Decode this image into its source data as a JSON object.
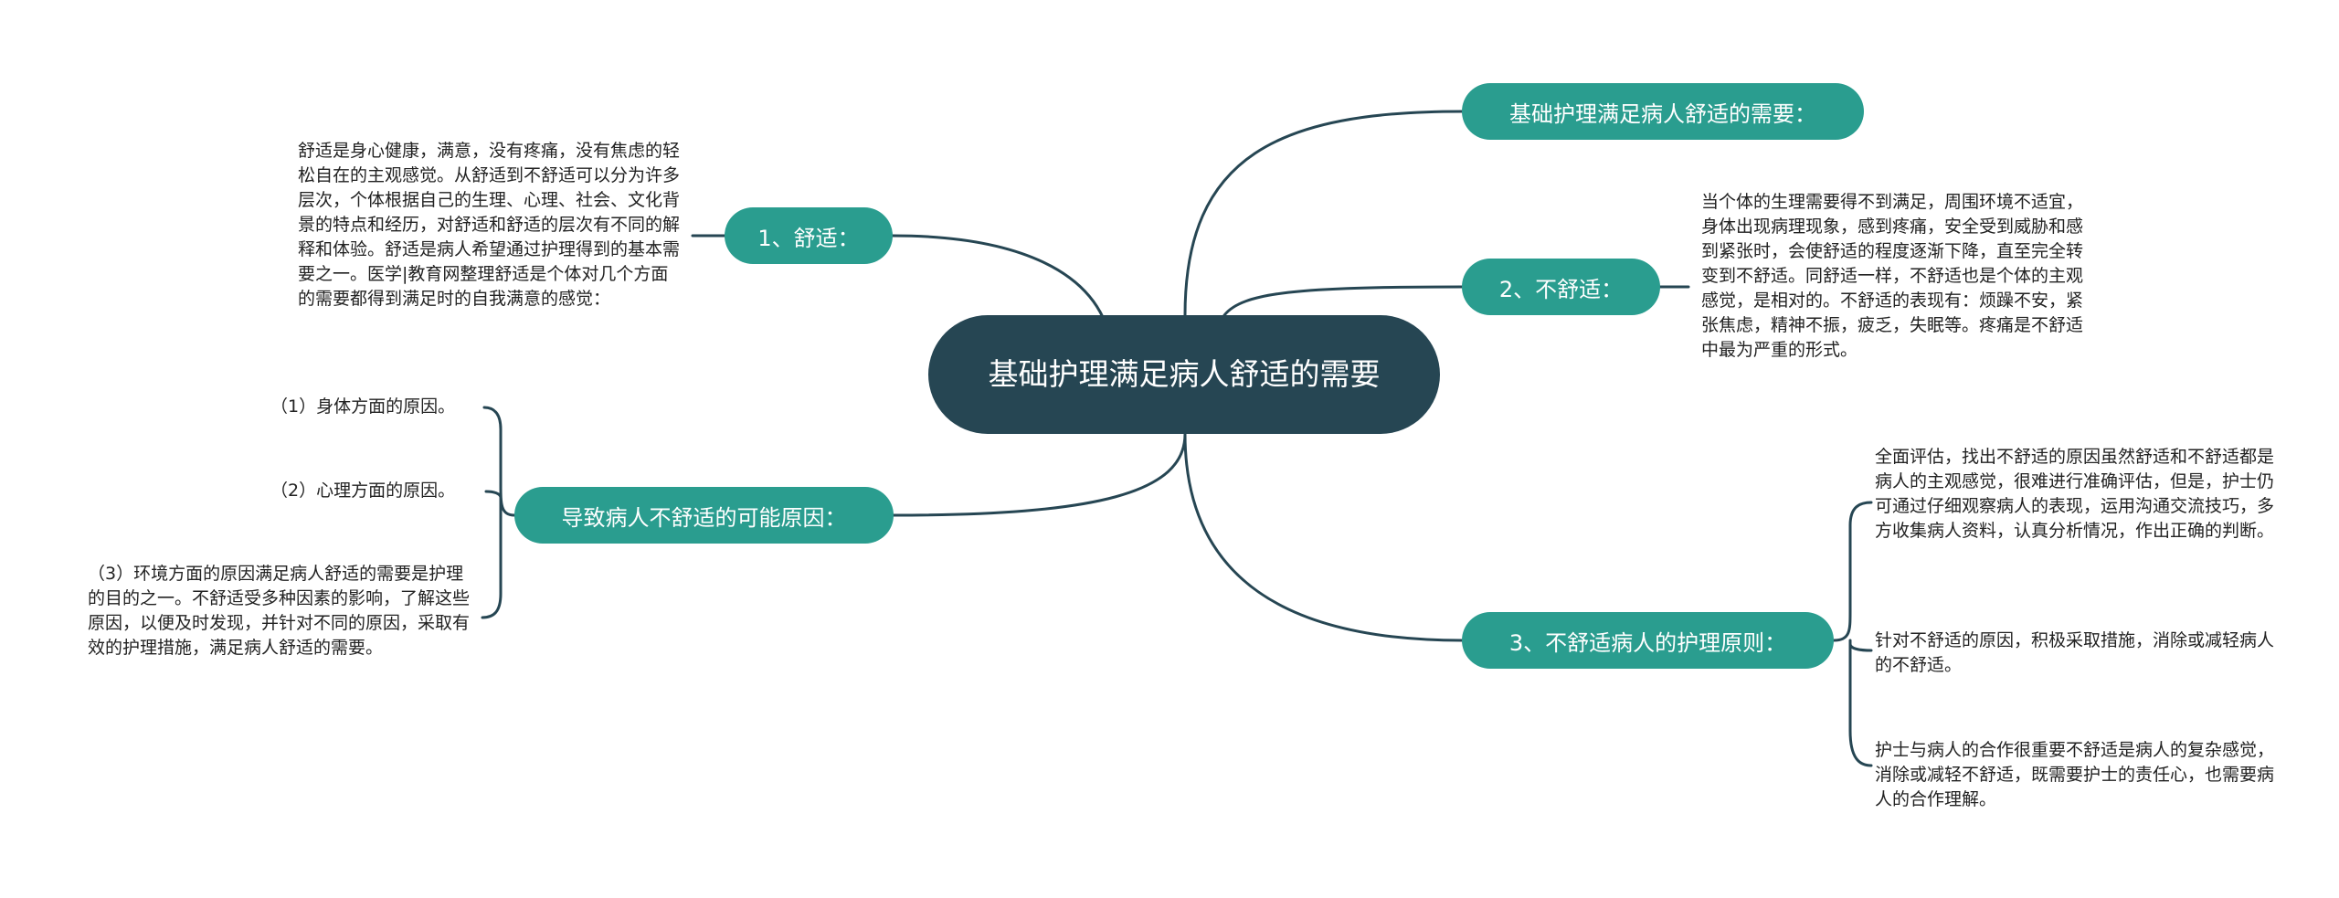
{
  "root": {
    "title": "基础护理满足病人舒适的需要"
  },
  "branches": {
    "comfort": {
      "label": "1、舒适：",
      "detail": "舒适是身心健康，满意，没有疼痛，没有焦虑的轻松自在的主观感觉。从舒适到不舒适可以分为许多层次，个体根据自己的生理、心理、社会、文化背景的特点和经历，对舒适和舒适的层次有不同的解释和体验。舒适是病人希望通过护理得到的基本需要之一。医学|教育网整理舒适是个体对几个方面的需要都得到满足时的自我满意的感觉："
    },
    "causes": {
      "label": "导致病人不舒适的可能原因：",
      "items": [
        "（1）身体方面的原因。",
        "（2）心理方面的原因。",
        "（3）环境方面的原因满足病人舒适的需要是护理的目的之一。不舒适受多种因素的影响，了解这些原因，以便及时发现，并针对不同的原因，采取有效的护理措施，满足病人舒适的需要。"
      ]
    },
    "basic": {
      "label": "基础护理满足病人舒适的需要："
    },
    "discomfort": {
      "label": "2、不舒适：",
      "detail": "当个体的生理需要得不到满足，周围环境不适宜，身体出现病理现象，感到疼痛，安全受到威胁和感到紧张时，会使舒适的程度逐渐下降，直至完全转变到不舒适。同舒适一样，不舒适也是个体的主观感觉，是相对的。不舒适的表现有：烦躁不安，紧张焦虑，精神不振，疲乏，失眠等。疼痛是不舒适中最为严重的形式。"
    },
    "principles": {
      "label": "3、不舒适病人的护理原则：",
      "items": [
        "全面评估，找出不舒适的原因虽然舒适和不舒适都是病人的主观感觉，很难进行准确评估，但是，护士仍可通过仔细观察病人的表现，运用沟通交流技巧，多方收集病人资料，认真分析情况，作出正确的判断。",
        "针对不舒适的原因，积极采取措施，消除或减轻病人的不舒适。",
        "护士与病人的合作很重要不舒适是病人的复杂感觉，消除或减轻不舒适，既需要护士的责任心，也需要病人的合作理解。"
      ]
    }
  },
  "colors": {
    "root_fill": "#264653",
    "branch_fill": "#2a9d8f",
    "connector": "#264653",
    "text_on_fill": "#ffffff",
    "leaf_text": "#222222"
  }
}
